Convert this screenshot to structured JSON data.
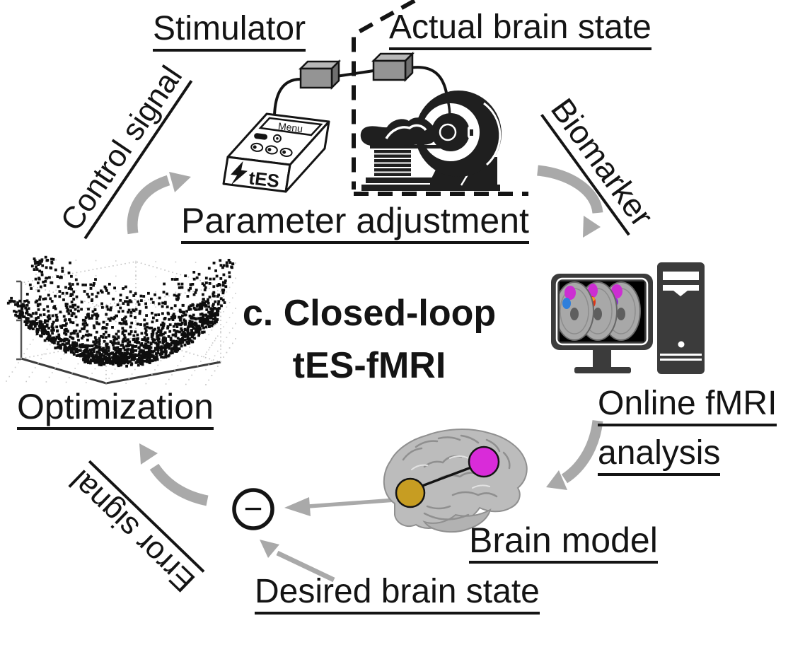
{
  "figure": {
    "title_line1": "c. Closed-loop",
    "title_line2": "tES-fMRI"
  },
  "labels": {
    "stimulator": "Stimulator",
    "actual_brain_state": "Actual brain state",
    "control_signal": "Control signal",
    "biomarker": "Biomarker",
    "parameter_adjustment": "Parameter adjustment",
    "optimization": "Optimization",
    "online_fmri_line1": "Online fMRI",
    "online_fmri_line2": "analysis",
    "brain_model": "Brain model",
    "desired_brain_state": "Desired brain state",
    "error_signal": "Error signal"
  },
  "stimulator_device": {
    "screen_label": "Menu",
    "front_label": "tES",
    "bolt_icon": "lightning-bolt-icon"
  },
  "comparator": {
    "symbol": "−"
  },
  "colors": {
    "text": "#141414",
    "arrow_gray": "#a9a9a9",
    "icon_dark": "#1f1f1f",
    "workstation_dark": "#3b3b3b",
    "connector_gray": "#949494",
    "roi_yellow": "#c79d22",
    "roi_magenta": "#d92bd9",
    "activation_magenta": "#cc2ed2",
    "activation_blue": "#2f7fdb",
    "activation_red": "#e03418",
    "activation_orange": "#f59d1e"
  },
  "scatter_plot": {
    "seed": 42,
    "surface_points": 1500,
    "core_points": 140,
    "dot_size": 3.8,
    "curvature": 1.55,
    "noise": 0.07,
    "grid_step": 0.2
  }
}
